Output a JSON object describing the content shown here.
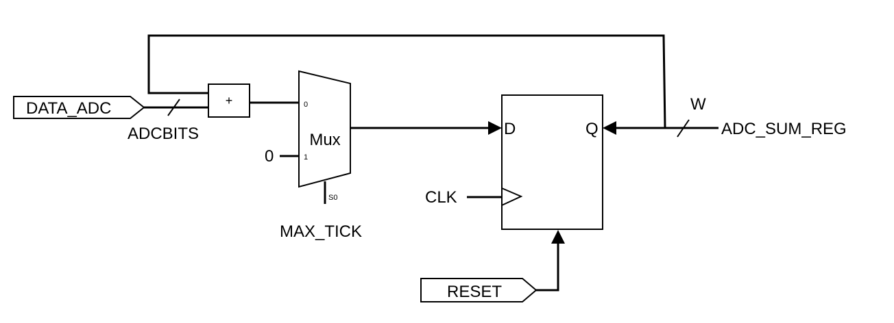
{
  "diagram": {
    "inputs": {
      "data_adc": "DATA_ADC",
      "reset": "RESET"
    },
    "bus_labels": {
      "adcbits": "ADCBITS",
      "w": "W"
    },
    "adder": {
      "symbol": "+"
    },
    "mux": {
      "label": "Mux",
      "in0": "0",
      "in1": "1",
      "sel": "S0",
      "const_input": "0",
      "select_signal": "MAX_TICK"
    },
    "register": {
      "d": "D",
      "q": "Q",
      "clk": "CLK"
    },
    "output": {
      "label": "ADC_SUM_REG"
    }
  }
}
